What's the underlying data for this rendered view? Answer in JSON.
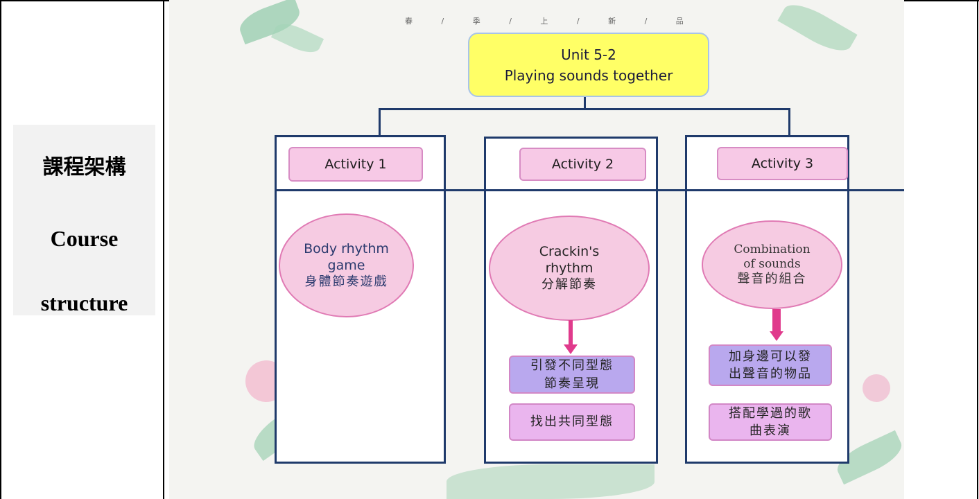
{
  "row_label": {
    "zh": "課程架構",
    "en_line1": "Course",
    "en_line2": "structure"
  },
  "diagram": {
    "banner": "春 / 季 / 上 / 新 / 品",
    "unit": {
      "line1": "Unit 5-2",
      "line2": "Playing sounds together"
    },
    "activities": [
      {
        "label": "Activity 1",
        "topic_en_1": "Body rhythm",
        "topic_en_2": "game",
        "topic_zh": "身體節奏遊戲"
      },
      {
        "label": "Activity 2",
        "topic_en_1": "Crackin's",
        "topic_en_2": "rhythm",
        "topic_zh": "分解節奏",
        "step1_l1": "引發不同型態",
        "step1_l2": "節奏呈現",
        "step2": "找出共同型態"
      },
      {
        "label": "Activity 3",
        "topic_en_1": "Combination",
        "topic_en_2": "of sounds",
        "topic_zh": "聲音的組合",
        "step1_l1": "加身邊可以發",
        "step1_l2": "出聲音的物品",
        "step2_l1": "搭配學過的歌",
        "step2_l2": "曲表演"
      }
    ],
    "colors": {
      "unit_fill": "#ffff66",
      "activity_fill": "#f7c9e6",
      "ellipse_fill": "#f6cbe2",
      "step_purple": "#b9a8ee",
      "step_pink": "#eab5ee",
      "arrow": "#e03a8c",
      "frame": "#1f3a6b"
    }
  }
}
